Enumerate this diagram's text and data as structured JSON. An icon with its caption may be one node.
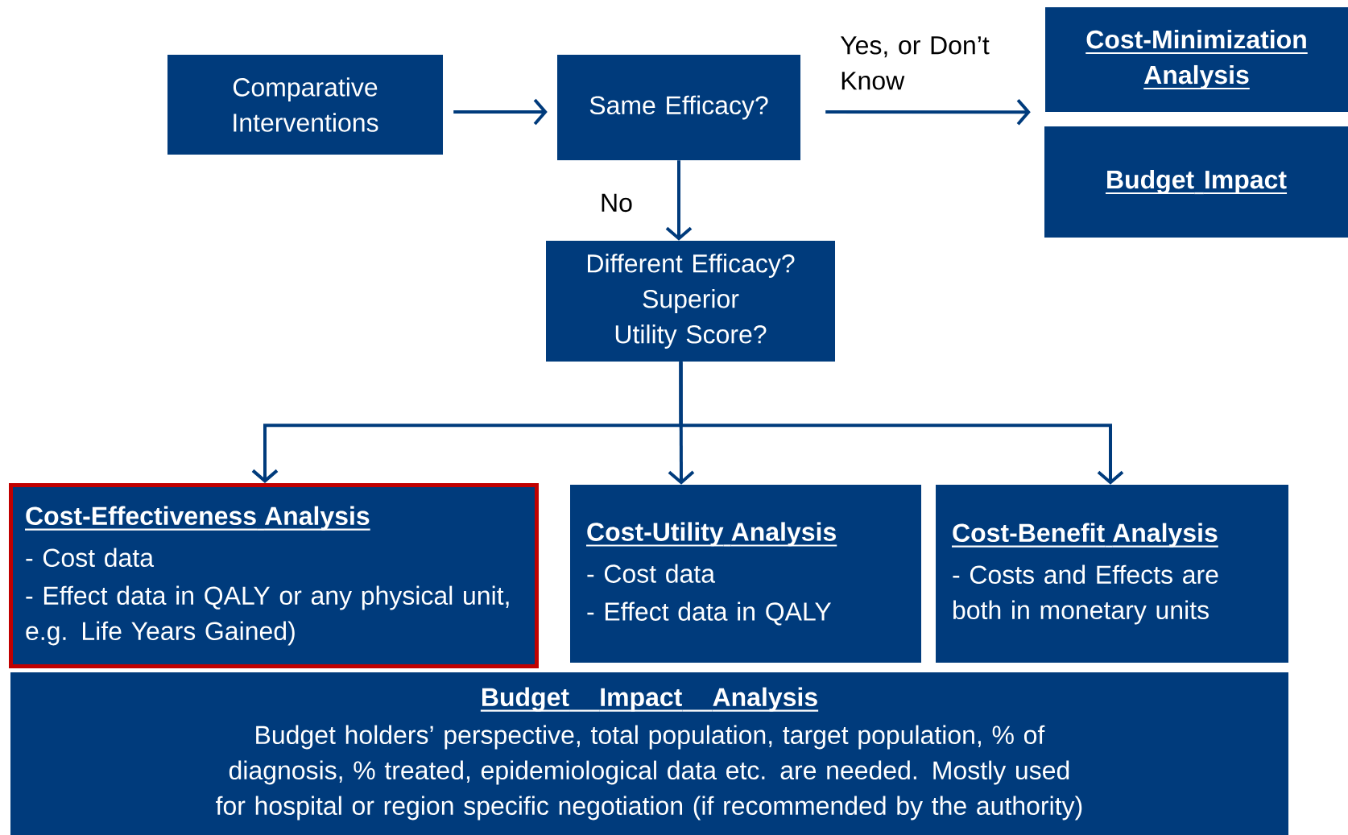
{
  "diagram": {
    "nodes": [
      {
        "text": [
          "Comparative Interventions"
        ]
      },
      {
        "text": [
          "Same Efficacy?"
        ]
      },
      {
        "text": [
          "Cost-Minimization Analysis"
        ]
      },
      {
        "text": [
          "Budget Impact"
        ]
      },
      {
        "text": [
          "Different Efficacy? Superior Utility Score?"
        ]
      },
      {
        "text": [
          "Cost-Effectiveness Analysis",
          "- Cost data",
          "- Effect data in QALY or any physical unit, e.g. Life Years Gained)"
        ]
      },
      {
        "text": [
          "Cost-Utility Analysis",
          "- Cost data",
          "- Effect data in QALY"
        ]
      },
      {
        "text": [
          "Cost-Benefit Analysis",
          "- Costs and Effects are both in monetary units"
        ]
      },
      {
        "text": [
          "Budget Impact Analysis",
          "Budget holders’ perspective, total population, target population, % of diagnosis, % treated, epidemiological data etc. are needed. Mostly used for hospital or region specific negotiation (if recommended by the authority)"
        ]
      }
    ],
    "edges": [
      {
        "from": 0,
        "to": 1,
        "arrow": "to"
      },
      {
        "from": 1,
        "to": 2,
        "arrow": "to",
        "label": "Yes, or Don’t Know"
      },
      {
        "from": 1,
        "to": 4,
        "arrow": "to",
        "label": "No"
      },
      {
        "from": 4,
        "to": 5,
        "arrow": "to"
      },
      {
        "from": 4,
        "to": 6,
        "arrow": "to"
      },
      {
        "from": 4,
        "to": 7,
        "arrow": "to"
      }
    ]
  }
}
